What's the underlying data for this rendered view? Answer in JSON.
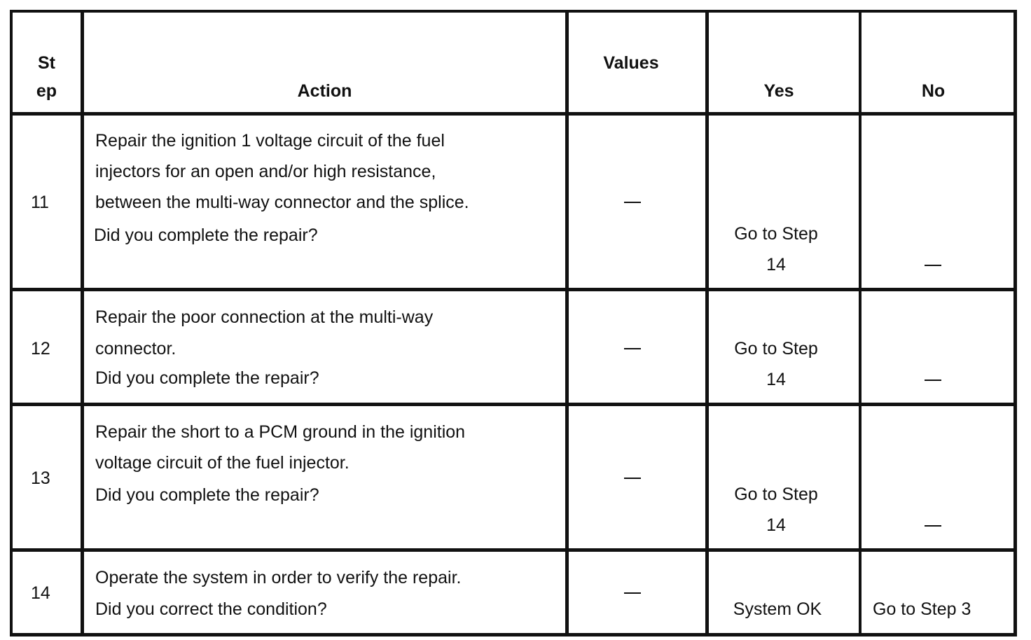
{
  "header": {
    "step_line1": "St",
    "step_line2": "ep",
    "action": "Action",
    "values": "Values",
    "yes": "Yes",
    "no": "No"
  },
  "rows": [
    {
      "step": "11",
      "action": [
        "Repair the ignition 1 voltage circuit of the fuel",
        "injectors for an open and/or high resistance,",
        "between the multi-way connector and the splice.",
        "Did  you complete the repair?"
      ],
      "value": "—",
      "yes": [
        "Go to Step",
        "14"
      ],
      "no": "—"
    },
    {
      "step": "12",
      "action": [
        "Repair the poor connection at the multi-way",
        "connector.",
        "Did you complete the repair?"
      ],
      "value": "—",
      "yes": [
        "Go to Step",
        "14"
      ],
      "no": "—"
    },
    {
      "step": "13",
      "action": [
        "Repair the short to a PCM ground in the ignition",
        "voltage circuit of the fuel injector.",
        "Did you complete the  repair?"
      ],
      "value": "—",
      "yes": [
        "Go to Step",
        "14"
      ],
      "no": "—"
    },
    {
      "step": "14",
      "action": [
        "Operate the system in order to verify the repair.",
        "Did you correct the condition?"
      ],
      "value": "—",
      "yes": [
        "System OK"
      ],
      "no": "Go to Step 3"
    }
  ]
}
